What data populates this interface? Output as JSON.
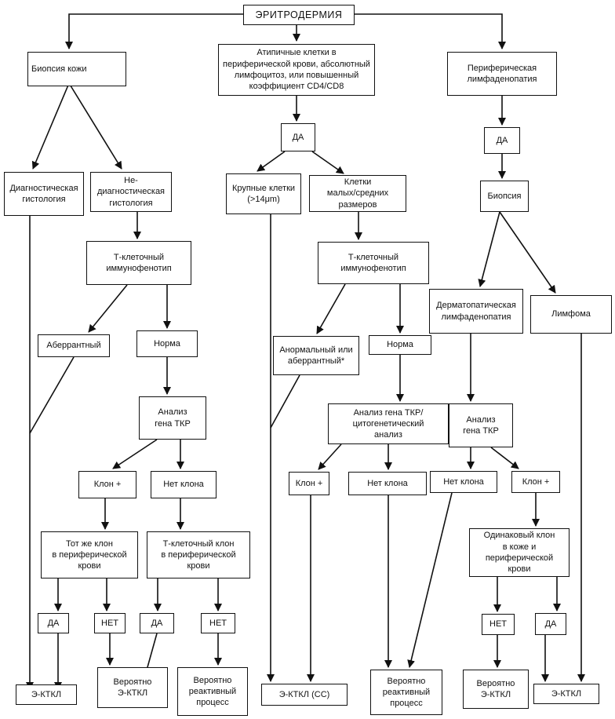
{
  "nodes": {
    "erythroderma": "ЭРИТРОДЕРМИЯ",
    "skin_biopsy": "Биопсия кожи",
    "atypical_cells": "Атипичные клетки в периферической крови, абсолютный лимфоцитоз, или повышенный коэффициент CD4/CD8",
    "peripheral_lymphadenopathy": "Периферическая\nлимфаденопатия",
    "diagnostic_histology": "Диагностическая\nгистология",
    "nondiagnostic_histology": "Не-\nдиагностическая\nгистология",
    "yes_center": "ДА",
    "yes_right": "ДА",
    "large_cells": "Крупные клетки\n(>14μm)",
    "small_medium_cells": "Клетки\nмалых/средних\nразмеров",
    "biopsy_right": "Биопсия",
    "t_immunophenotype_left": "Т-клеточный\nиммунофенотип",
    "t_immunophenotype_center": "Т-клеточный\nиммунофенотип",
    "dermatopathic_lymphadenopathy": "Дерматопатическая\nлимфаденопатия",
    "lymphoma": "Лимфома",
    "aberrant": "Аберрантный",
    "norm_left": "Норма",
    "abnormal_or_aberrant": "Анормальный или\naберрантный*",
    "norm_center": "Норма",
    "tcr_analysis_left": "Анализ\nгена ТКР",
    "tcr_cytogenetic": "Анализ гена ТКР/\nцитогенетический\nанализ",
    "tcr_analysis_right": "Анализ\nгена ТКР",
    "clone_plus_left": "Клон +",
    "no_clone_left": "Нет клона",
    "clone_plus_center": "Клон +",
    "no_clone_center": "Нет клона",
    "no_clone_right": "Нет клона",
    "clone_plus_right": "Клон +",
    "same_clone_blood": "Тот же клон\nв периферической\nкрови",
    "t_clone_blood": "Т-клеточный клон\nв периферической\nкрови",
    "same_clone_skin_blood": "Одинаковый клон\nв коже и\nпериферической крови",
    "yes_a": "ДА",
    "no_a": "НЕТ",
    "yes_b": "ДА",
    "no_b": "НЕТ",
    "no_c": "НЕТ",
    "yes_c": "ДА",
    "e_ctcl_left": "Э-КТКЛ",
    "probably_e_ctcl_left": "Вероятно\nЭ-КТКЛ",
    "probably_reactive_left": "Вероятно\nреактивный\nпроцесс",
    "e_ctcl_ss": "Э-КТКЛ (СС)",
    "probably_reactive_center": "Вероятно\nреактивный\nпроцесс",
    "probably_e_ctcl_right": "Вероятно\nЭ-КТКЛ",
    "e_ctcl_right": "Э-КТКЛ"
  }
}
